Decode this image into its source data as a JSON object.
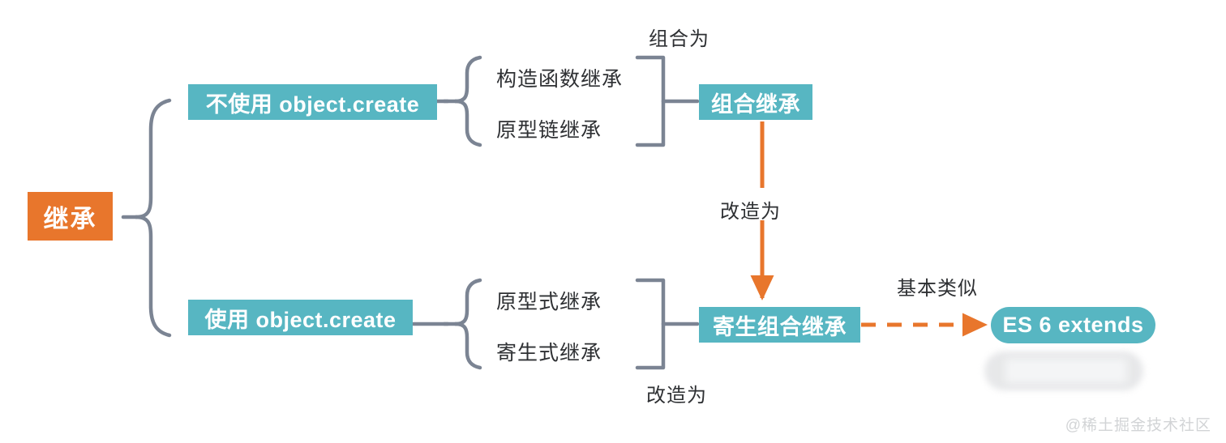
{
  "diagram": {
    "title_node": {
      "label": "继承",
      "color": "#e8762c"
    },
    "branches": [
      {
        "id": "no-object-create",
        "label": "不使用 object.create",
        "color": "#57b6c2",
        "children": [
          "构造函数继承",
          "原型链继承"
        ],
        "relation_label": "组合为",
        "result": {
          "label": "组合继承",
          "color": "#57b6c2"
        }
      },
      {
        "id": "use-object-create",
        "label": "使用 object.create",
        "color": "#57b6c2",
        "children": [
          "原型式继承",
          "寄生式继承"
        ],
        "relation_label": "改造为",
        "result": {
          "label": "寄生组合继承",
          "color": "#57b6c2"
        }
      }
    ],
    "transform_label": "改造为",
    "similar_label": "基本类似",
    "es6_node": {
      "label": "ES 6 extends",
      "color": "#57b6c2"
    },
    "watermark": "@稀土掘金技术社区",
    "colors": {
      "orange": "#e8762c",
      "teal": "#57b6c2",
      "connector": "#7b8493",
      "text": "#2e3033"
    }
  }
}
